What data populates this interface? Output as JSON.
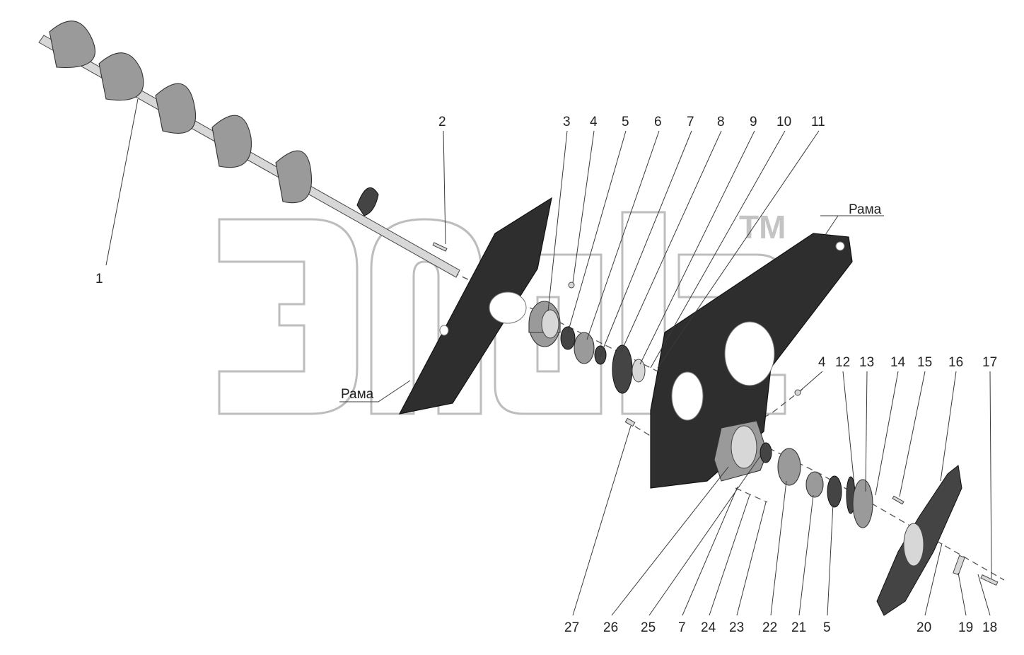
{
  "watermark": {
    "trademark": "TM"
  },
  "frame_labels": {
    "left": "Рама",
    "right": "Рама"
  },
  "callouts": [
    "1",
    "2",
    "3",
    "4",
    "5",
    "6",
    "7",
    "8",
    "9",
    "10",
    "11",
    "12",
    "13",
    "14",
    "15",
    "16",
    "17",
    "18",
    "19",
    "20",
    "21",
    "22",
    "23",
    "24",
    "25",
    "26",
    "27"
  ],
  "top_row": [
    "2",
    "3",
    "4",
    "5",
    "6",
    "7",
    "8",
    "9",
    "10",
    "11"
  ],
  "right_row": [
    "4",
    "12",
    "13",
    "14",
    "15",
    "16",
    "17"
  ],
  "bottom_row": [
    "27",
    "26",
    "25",
    "7",
    "24",
    "23",
    "22",
    "21",
    "5",
    "20",
    "19",
    "18"
  ]
}
